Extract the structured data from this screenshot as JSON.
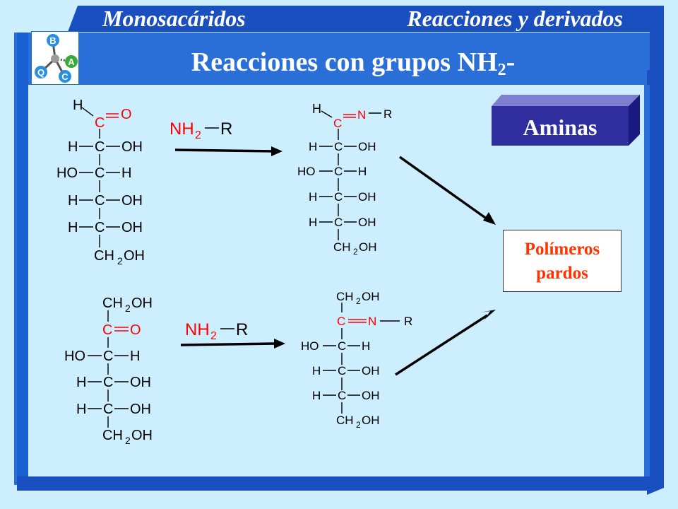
{
  "header": {
    "left": "Monosacáridos",
    "right": "Reacciones y derivados"
  },
  "title": {
    "text": "Reacciones con grupos NH",
    "sub": "2",
    "suffix": "-"
  },
  "logo": {
    "letters": [
      "B",
      "A",
      "Q",
      "C"
    ]
  },
  "aminas_label": "Aminas",
  "polimeros": {
    "line1": "Polímeros",
    "line2": "pardos"
  },
  "reagent": {
    "nh": "NH",
    "sub": "2",
    "r": "R"
  },
  "atoms": {
    "H": "H",
    "C": "C",
    "O": "O",
    "N": "N",
    "R": "R",
    "OH": "OH",
    "HO": "HO",
    "CH": "CH",
    "two": "2"
  }
}
